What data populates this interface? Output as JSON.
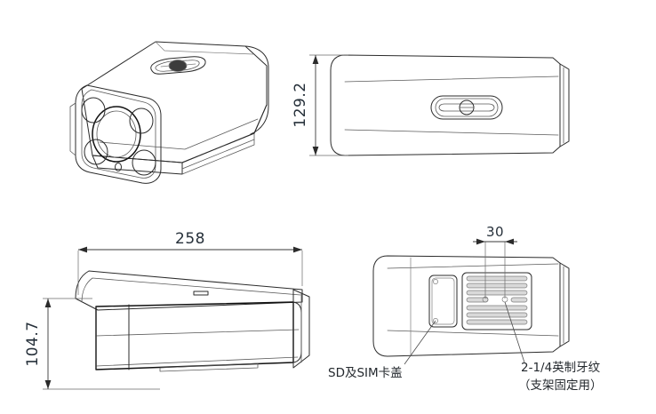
{
  "document": {
    "kind": "technical-drawing",
    "subject": "bullet-security-camera",
    "units_note": ""
  },
  "views": {
    "isometric": {
      "name": "isometric-front-view",
      "features": [
        "lens",
        "ir-led-1",
        "ir-led-2",
        "ir-led-3",
        "ir-led-4",
        "light-sensor",
        "top-bracket-slot",
        "bracket-screw",
        "sunshade"
      ]
    },
    "top": {
      "name": "top-view",
      "features": [
        "top-bracket-slot",
        "bracket-screw"
      ]
    },
    "side": {
      "name": "side-view",
      "features": [
        "sunshade",
        "body",
        "rear-cap"
      ]
    },
    "bottom": {
      "name": "bottom-view",
      "features": [
        "sd-sim-card-cover",
        "cover-screw-1",
        "cover-screw-2",
        "heat-sink-fins",
        "mount-thread-hole-1",
        "mount-thread-hole-2"
      ]
    }
  },
  "dimensions": {
    "height_top_view": "129.2",
    "length_side_view": "258",
    "height_side_view": "104.7",
    "thread_spacing_bottom_view": "30"
  },
  "annotations": {
    "sd_sim_cover": "SD及SIM卡盖",
    "mount_thread_line1": "2-1/4英制牙纹",
    "mount_thread_line2": "（支架固定用）"
  },
  "colors": {
    "outline": "#2b2b2b",
    "thin_line": "#5a5a5a",
    "dimension_text": "#26303a",
    "annotation_text": "#24292e",
    "background": "#ffffff",
    "fin_fill": "#d9d9d9"
  }
}
